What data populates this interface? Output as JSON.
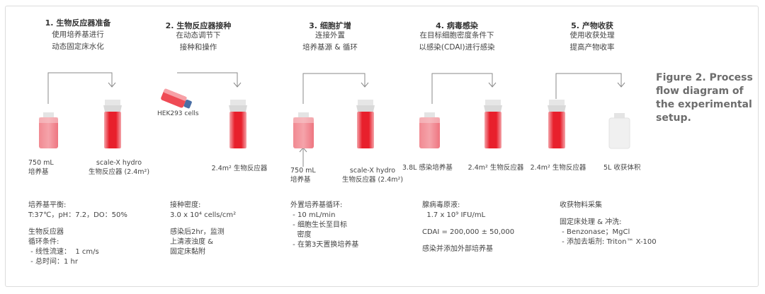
{
  "figure_caption": "Figure 2. Process flow diagram of the experimental setup.",
  "colors": {
    "red": "#e8202c",
    "pink": "#f07b85",
    "arrow": "#8a8a8a",
    "cap": "#dcdcdc"
  },
  "steps": [
    {
      "title": "1. 生物反应器准备",
      "desc": [
        "使用培养基进行",
        "动态固定床水化"
      ]
    },
    {
      "title": "2. 生物反应器接种",
      "desc": [
        "在动态调节下",
        "接种和操作"
      ]
    },
    {
      "title": "3. 细胞扩增",
      "desc": [
        "连接外置",
        "培养基源 & 循环"
      ]
    },
    {
      "title": "4. 病毒感染",
      "desc": [
        "在目标细胞密度条件下",
        "以感染(CDAI)进行感染"
      ]
    },
    {
      "title": "5. 产物收获",
      "desc": [
        "使用收获处理",
        "提高产物收率"
      ]
    }
  ],
  "hek_label": "HEK293 cells",
  "vessels": {
    "s1_bottle": [
      "750 mL",
      "培养基"
    ],
    "s1_bioreactor": [
      "scale-X hydro",
      "生物反应器 (2.4m²)"
    ],
    "s2_bioreactor": "2.4m² 生物反应器",
    "s3_bottle": [
      "750 mL",
      "培养基"
    ],
    "s3_bioreactor": [
      "scale-X hydro",
      "生物反应器 (2.4m²)"
    ],
    "s4_bottle": "3.8L 感染培养基",
    "s4_bioreactor": "2.4m² 生物反应器",
    "s5_bioreactor": "2.4m² 生物反应器",
    "s5_bottle": "5L 收获体积"
  },
  "details": {
    "s1": [
      "培养基平衡:",
      "T:37℃，pH：7.2，DO：50%",
      "",
      "生物反应器",
      "循环条件:",
      " - 线性流速：  1 cm/s",
      " - 总时间：1 hr"
    ],
    "s2": [
      "接种密度:",
      "3.0 x 10⁴ cells/cm²",
      "",
      "感染后2hr，监测",
      "上清液浊度 &",
      "固定床黏附"
    ],
    "s3": [
      "外置培养基循环:",
      " - 10 mL/min",
      " - 细胞生长至目标",
      "   密度",
      " - 在第3天置换培养基"
    ],
    "s4": [
      "腺病毒原液:",
      "  1.7 x 10⁹ IFU/mL",
      "",
      "CDAI = 200,000 ± 50,000",
      "",
      "感染并添加外部培养基"
    ],
    "s5": [
      "收获物料采集",
      "",
      "固定床处理 & 冲洗:",
      " - Benzonase；MgCl",
      " - 添加去垢剂: Triton™ X-100"
    ]
  }
}
